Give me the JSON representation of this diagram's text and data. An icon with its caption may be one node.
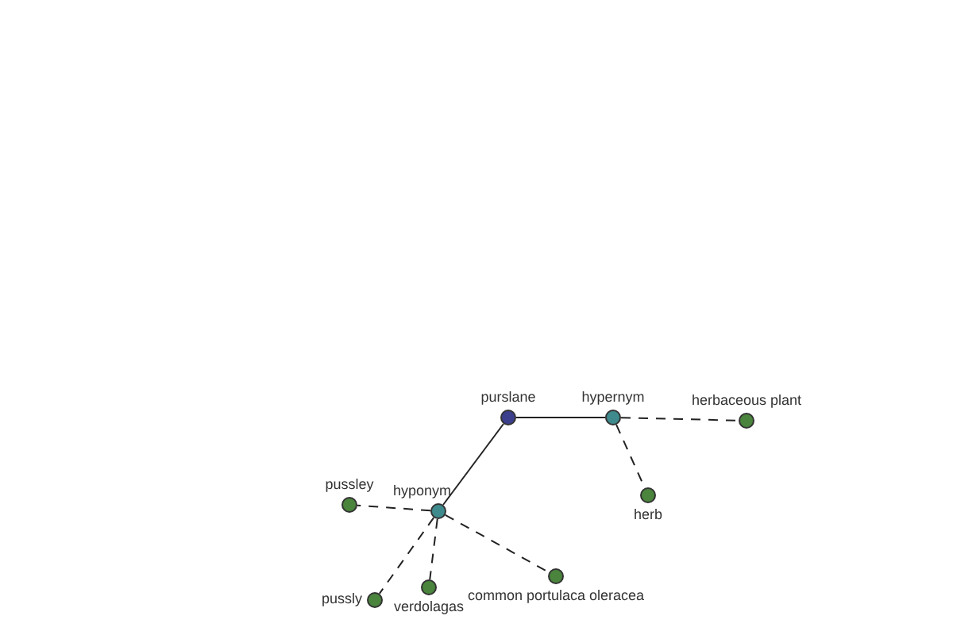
{
  "diagram": {
    "nodes": [
      {
        "text": [
          "purslane"
        ]
      },
      {
        "text": [
          "hypernym"
        ]
      },
      {
        "text": [
          "herbaceous plant"
        ]
      },
      {
        "text": [
          "herb"
        ]
      },
      {
        "text": [
          "hyponym"
        ]
      },
      {
        "text": [
          "pussley"
        ]
      },
      {
        "text": [
          "pussly"
        ]
      },
      {
        "text": [
          "verdolagas"
        ]
      },
      {
        "text": [
          "common portulaca oleracea"
        ]
      }
    ],
    "edges": [
      {
        "from": 0,
        "to": 1,
        "arrow": "none"
      },
      {
        "from": 1,
        "to": 2,
        "arrow": "none",
        "style": "dashed"
      },
      {
        "from": 1,
        "to": 3,
        "arrow": "none",
        "style": "dashed"
      },
      {
        "from": 0,
        "to": 4,
        "arrow": "none"
      },
      {
        "from": 4,
        "to": 5,
        "arrow": "none",
        "style": "dashed"
      },
      {
        "from": 4,
        "to": 6,
        "arrow": "none",
        "style": "dashed"
      },
      {
        "from": 4,
        "to": 7,
        "arrow": "none",
        "style": "dashed"
      },
      {
        "from": 4,
        "to": 8,
        "arrow": "none",
        "style": "dashed"
      }
    ]
  }
}
